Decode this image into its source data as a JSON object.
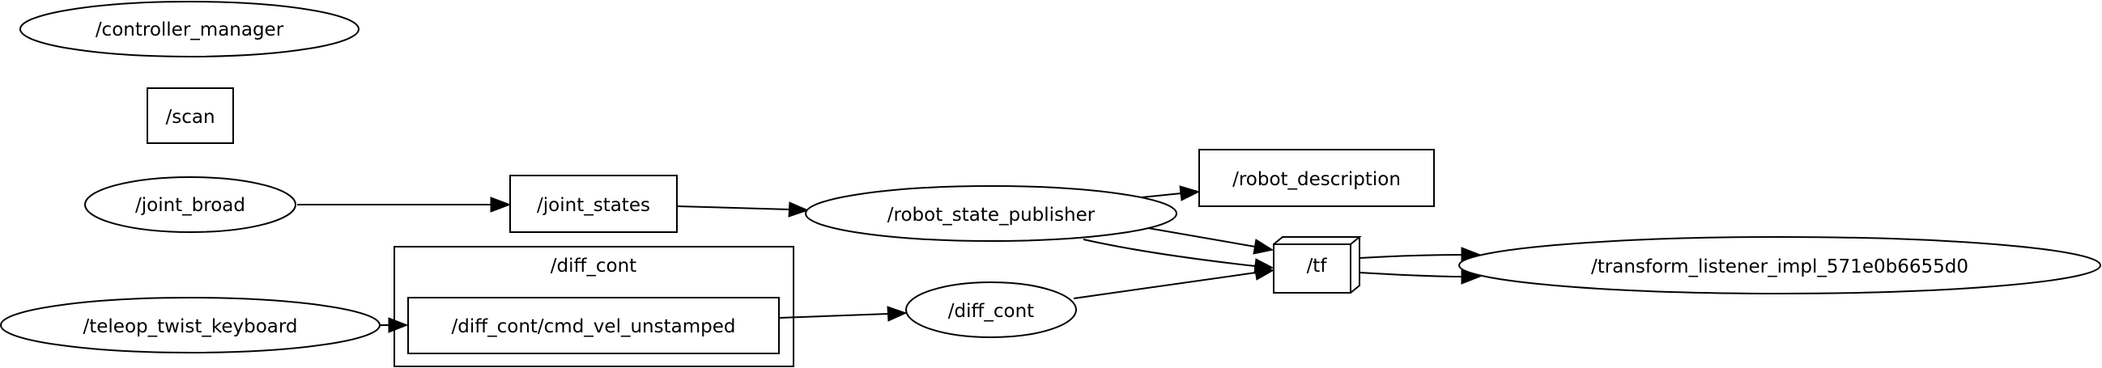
{
  "graph": {
    "nodes": {
      "controller_manager": "/controller_manager",
      "scan": "/scan",
      "joint_broad": "/joint_broad",
      "joint_states": "/joint_states",
      "robot_state_publisher": "/robot_state_publisher",
      "robot_description": "/robot_description",
      "tf": "/tf",
      "transform_listener": "/transform_listener_impl_571e0b6655d0",
      "teleop_twist_keyboard": "/teleop_twist_keyboard",
      "diff_cont_cmd_vel_unstamped": "/diff_cont/cmd_vel_unstamped",
      "diff_cont_node": "/diff_cont"
    },
    "clusters": {
      "diff_cont": "/diff_cont"
    }
  }
}
